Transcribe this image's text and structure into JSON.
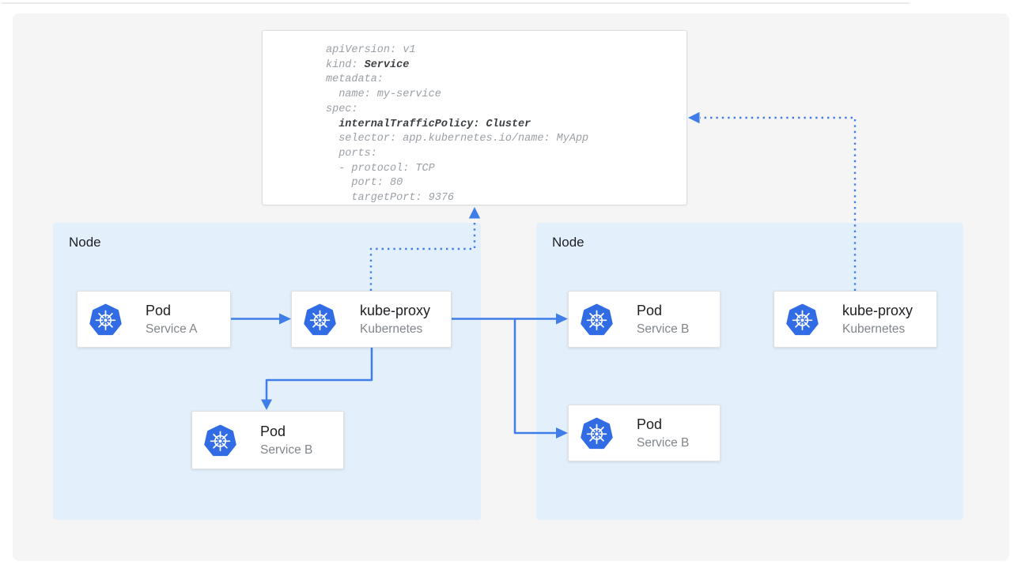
{
  "colors": {
    "page-bg": "#ffffff",
    "canvas-bg": "#f5f5f5",
    "node-bg": "#e3f0fc",
    "card-bg": "#ffffff",
    "card-border": "#e0e0e0",
    "yaml-border": "#dadce0",
    "arrow-blue": "#3f7de8",
    "k8s-blue": "#326ce5",
    "title-text": "#202124",
    "subtitle-text": "#80868b",
    "code-text": "#9aa0a6",
    "code-bold-text": "#3c4043",
    "top-rule": "#e9eaec"
  },
  "yaml_card": {
    "lines": [
      {
        "pre": "apiVersion: v1",
        "bold": ""
      },
      {
        "pre": "kind: ",
        "bold": "Service"
      },
      {
        "pre": "metadata:",
        "bold": ""
      },
      {
        "pre": "  name: my-service",
        "bold": ""
      },
      {
        "pre": "spec:",
        "bold": ""
      },
      {
        "pre": "  ",
        "bold": "internalTrafficPolicy: Cluster"
      },
      {
        "pre": "  selector: app.kubernetes.io/name: MyApp",
        "bold": ""
      },
      {
        "pre": "  ports:",
        "bold": ""
      },
      {
        "pre": "  - protocol: TCP",
        "bold": ""
      },
      {
        "pre": "    port: 80",
        "bold": ""
      },
      {
        "pre": "    targetPort: 9376",
        "bold": ""
      }
    ]
  },
  "nodes": [
    {
      "label": "Node"
    },
    {
      "label": "Node"
    }
  ],
  "cards": [
    {
      "title": "Pod",
      "subtitle": "Service A"
    },
    {
      "title": "kube-proxy",
      "subtitle": "Kubernetes"
    },
    {
      "title": "Pod",
      "subtitle": "Service B"
    },
    {
      "title": "kube-proxy",
      "subtitle": "Kubernetes"
    },
    {
      "title": "Pod",
      "subtitle": "Service B"
    },
    {
      "title": "Pod",
      "subtitle": "Service B"
    }
  ],
  "icons": {
    "kubernetes": "kubernetes-wheel-icon"
  }
}
